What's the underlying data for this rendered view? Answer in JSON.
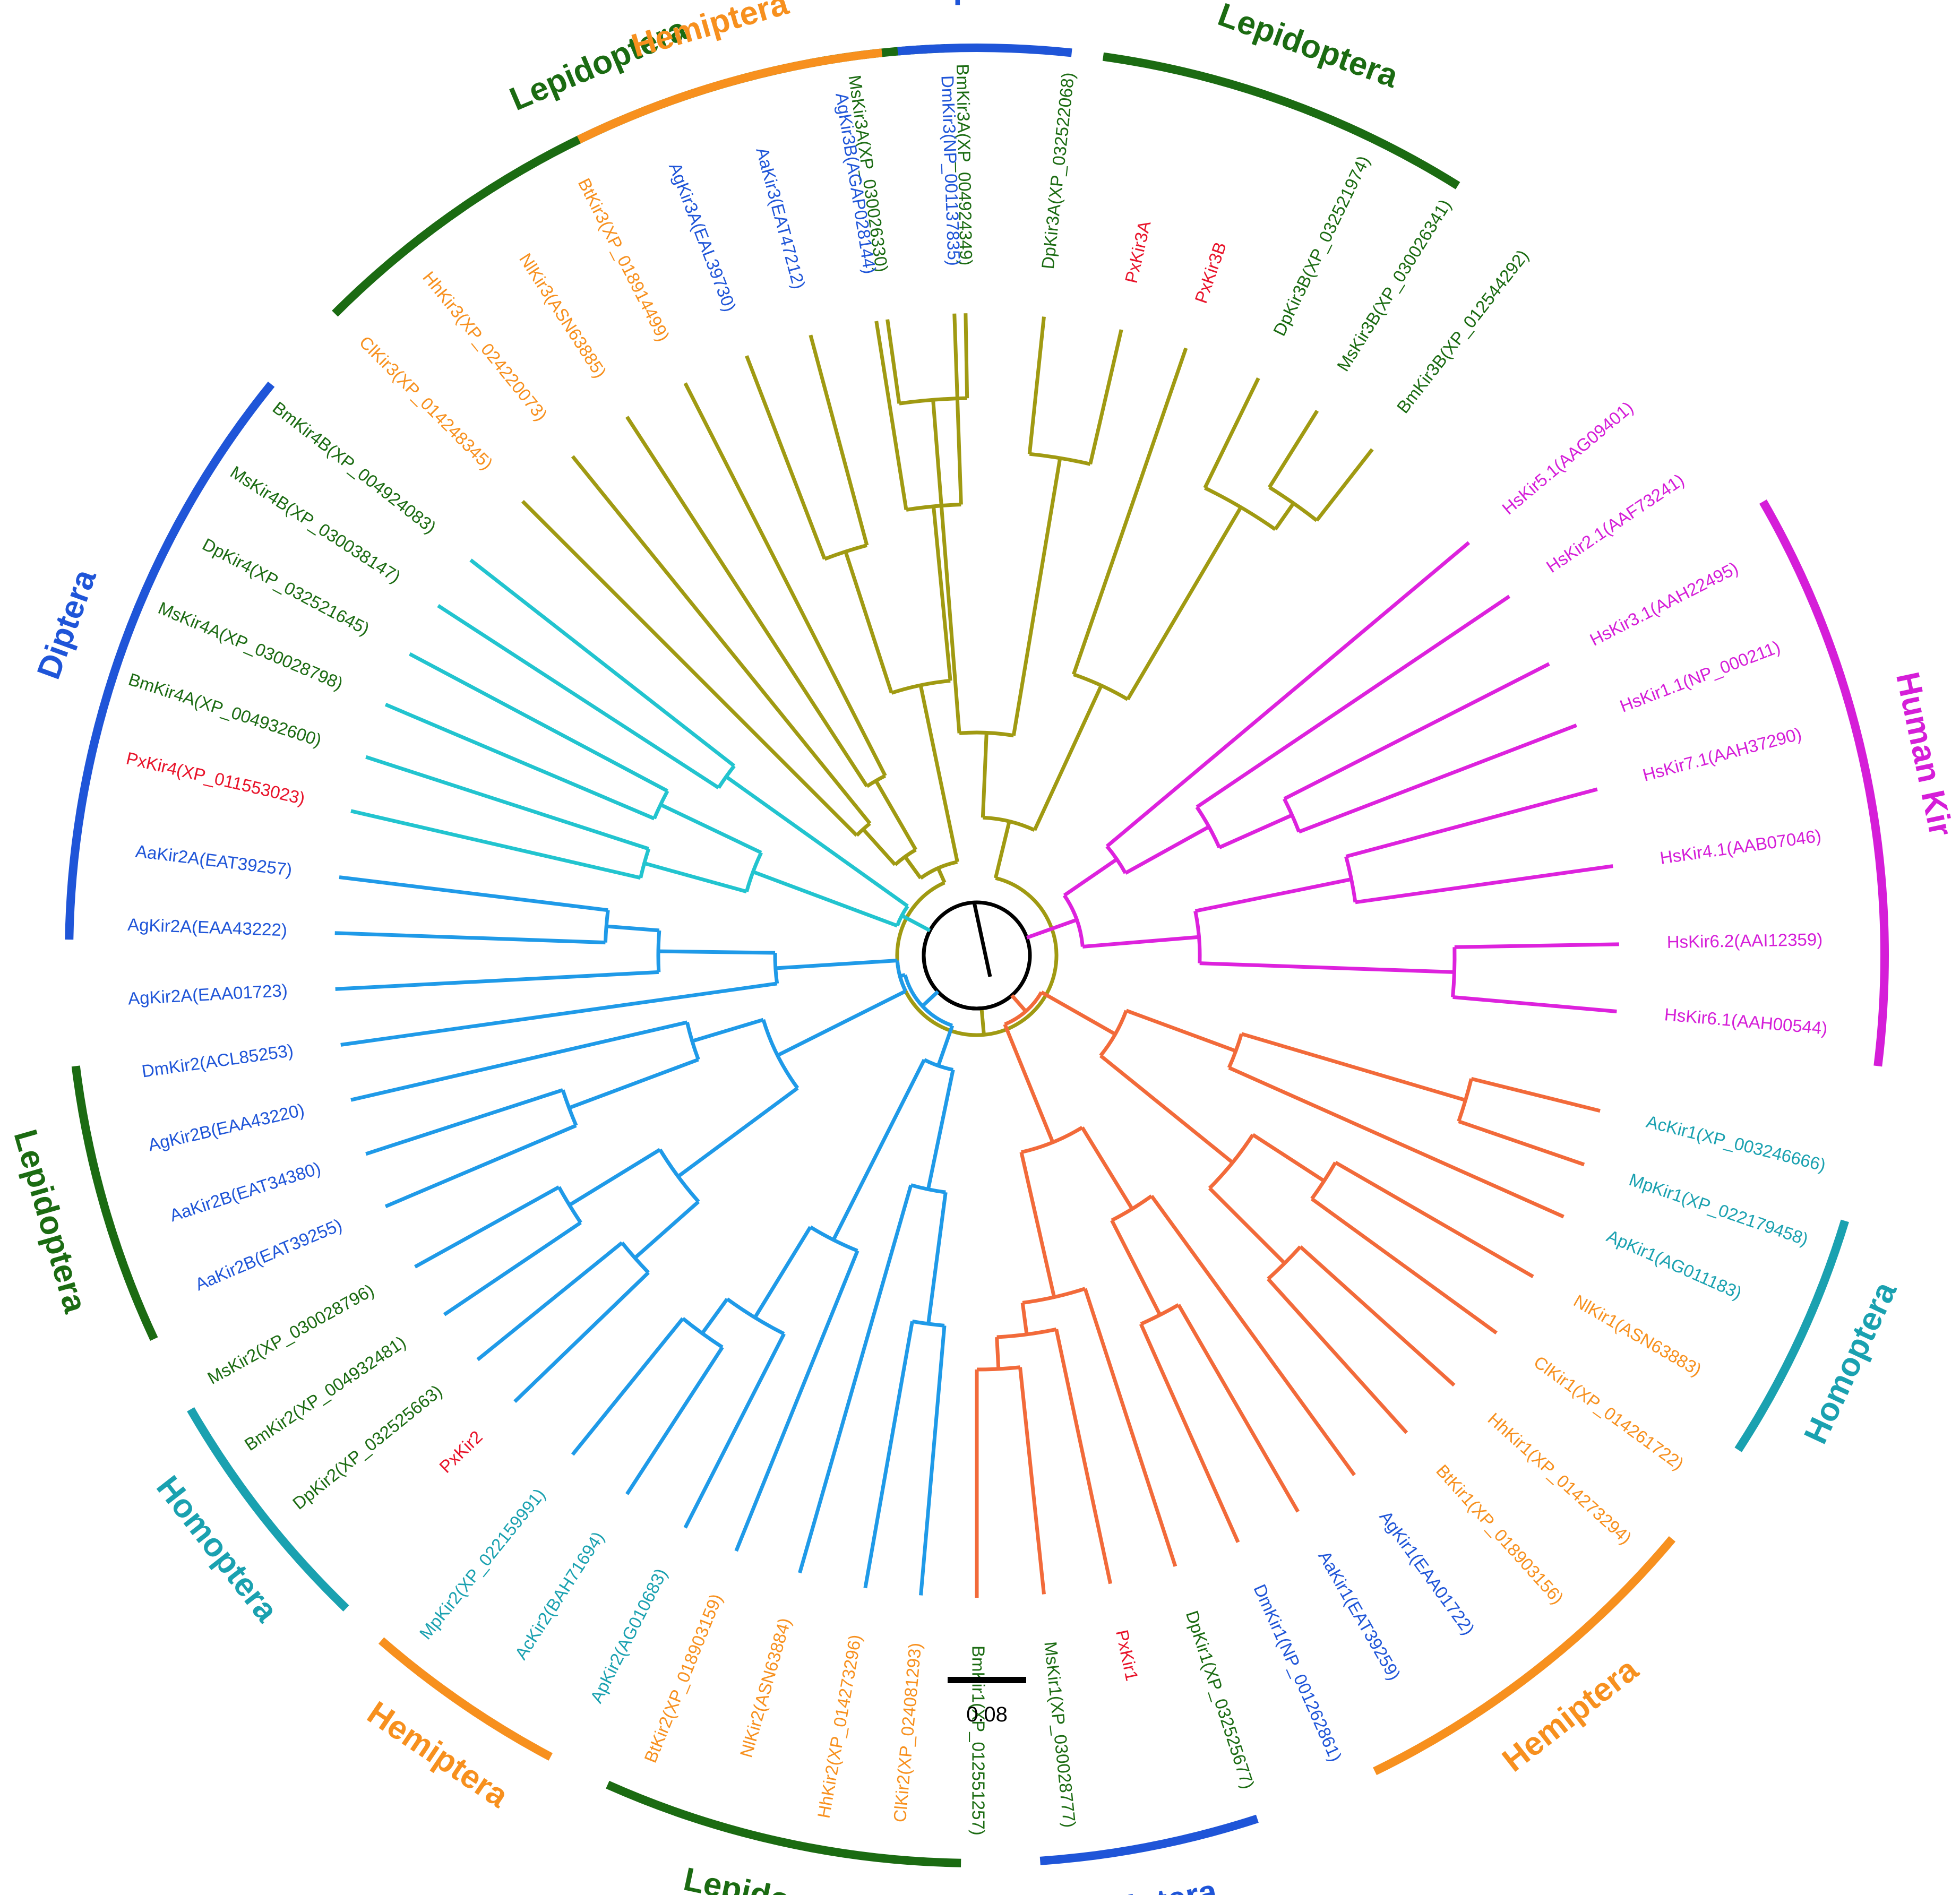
{
  "colors": {
    "lep": "#1b6b12",
    "dip": "#1f55d8",
    "hem": "#f7901e",
    "hom": "#1aa1b0",
    "hum": "#d51ed8",
    "px": "#e8132a",
    "olive": "#a09a12",
    "cyan": "#22c4cf",
    "blue2": "#1f9ae8",
    "orange2": "#f26a3a",
    "magenta": "#dd22dd",
    "black": "#000000"
  },
  "scale_bar": {
    "label": "0.08"
  },
  "groups": [
    {
      "label": "Lepidoptera",
      "color": "lep"
    },
    {
      "label": "Human Kir",
      "color": "hum"
    },
    {
      "label": "Homoptera",
      "color": "hom"
    },
    {
      "label": "Hemiptera",
      "color": "hem"
    },
    {
      "label": "Diptera",
      "color": "dip"
    },
    {
      "label": "Lepidoptera",
      "color": "lep"
    },
    {
      "label": "Hemiptera",
      "color": "hem"
    },
    {
      "label": "Homoptera",
      "color": "hom"
    },
    {
      "label": "Lepidoptera",
      "color": "lep"
    },
    {
      "label": "Diptera",
      "color": "dip"
    },
    {
      "label": "Lepidoptera",
      "color": "lep"
    },
    {
      "label": "Hemiptera",
      "color": "hem"
    },
    {
      "label": "Diptera",
      "color": "dip"
    }
  ],
  "leaves": [
    {
      "label": "MsKir3A(XP_030026330)",
      "color": "lep"
    },
    {
      "label": "BmKir3A(XP_004924349)",
      "color": "lep"
    },
    {
      "label": "DpKir3A(XP_032522068)",
      "color": "lep"
    },
    {
      "label": "PxKir3A",
      "color": "px"
    },
    {
      "label": "PxKir3B",
      "color": "px"
    },
    {
      "label": "DpKir3B(XP_032521974)",
      "color": "lep"
    },
    {
      "label": "MsKir3B(XP_030026341)",
      "color": "lep"
    },
    {
      "label": "BmKir3B(XP_012544292)",
      "color": "lep"
    },
    {
      "label": "HsKir5.1(AAG09401)",
      "color": "hum"
    },
    {
      "label": "HsKir2.1(AAF73241)",
      "color": "hum"
    },
    {
      "label": "HsKir3.1(AAH22495)",
      "color": "hum"
    },
    {
      "label": "HsKir1.1(NP_000211)",
      "color": "hum"
    },
    {
      "label": "HsKir7.1(AAH37290)",
      "color": "hum"
    },
    {
      "label": "HsKir4.1(AAB07046)",
      "color": "hum"
    },
    {
      "label": "HsKir6.2(AAI12359)",
      "color": "hum"
    },
    {
      "label": "HsKir6.1(AAH00544)",
      "color": "hum"
    },
    {
      "label": "AcKir1(XP_003246666)",
      "color": "hom"
    },
    {
      "label": "MpKir1(XP_022179458)",
      "color": "hom"
    },
    {
      "label": "ApKir1(AG011183)",
      "color": "hom"
    },
    {
      "label": "NlKir1(ASN63883)",
      "color": "hem"
    },
    {
      "label": "ClKir1(XP_014261722)",
      "color": "hem"
    },
    {
      "label": "HhKir1(XP_014273294)",
      "color": "hem"
    },
    {
      "label": "BtKir1(XP_018903156)",
      "color": "hem"
    },
    {
      "label": "AgKir1(EAA01722)",
      "color": "dip"
    },
    {
      "label": "AaKir1(EAT39259)",
      "color": "dip"
    },
    {
      "label": "DmKir1(NP_001262861)",
      "color": "dip"
    },
    {
      "label": "DpKir1(XP_032525677)",
      "color": "lep"
    },
    {
      "label": "PxKir1",
      "color": "px"
    },
    {
      "label": "MsKir1(XP_030028777)",
      "color": "lep"
    },
    {
      "label": "BmKir1(XP_012551257)",
      "color": "lep"
    },
    {
      "label": "ClKir2(XP_024081293)",
      "color": "hem"
    },
    {
      "label": "HhKir2(XP_014273296)",
      "color": "hem"
    },
    {
      "label": "NlKir2(ASN63884)",
      "color": "hem"
    },
    {
      "label": "BtKir2(XP_018903159)",
      "color": "hem"
    },
    {
      "label": "ApKir2(AG010683)",
      "color": "hom"
    },
    {
      "label": "AcKir2(BAH71694)",
      "color": "hom"
    },
    {
      "label": "MpKir2(XP_022159991)",
      "color": "hom"
    },
    {
      "label": "PxKir2",
      "color": "px"
    },
    {
      "label": "DpKir2(XP_032525663)",
      "color": "lep"
    },
    {
      "label": "BmKir2(XP_004932481)",
      "color": "lep"
    },
    {
      "label": "MsKir2(XP_030028796)",
      "color": "lep"
    },
    {
      "label": "AaKir2B(EAT39255)",
      "color": "dip"
    },
    {
      "label": "AaKir2B(EAT34380)",
      "color": "dip"
    },
    {
      "label": "AgKir2B(EAA43220)",
      "color": "dip"
    },
    {
      "label": "DmKir2(ACL85253)",
      "color": "dip"
    },
    {
      "label": "AgKir2A(EAA01723)",
      "color": "dip"
    },
    {
      "label": "AgKir2A(EAA43222)",
      "color": "dip"
    },
    {
      "label": "AaKir2A(EAT39257)",
      "color": "dip"
    },
    {
      "label": "PxKir4(XP_011553023)",
      "color": "px"
    },
    {
      "label": "BmKir4A(XP_004932600)",
      "color": "lep"
    },
    {
      "label": "MsKir4A(XP_030028798)",
      "color": "lep"
    },
    {
      "label": "DpKir4(XP_032521645)",
      "color": "lep"
    },
    {
      "label": "MsKir4B(XP_030038147)",
      "color": "lep"
    },
    {
      "label": "BmKir4B(XP_004924083)",
      "color": "lep"
    },
    {
      "label": "ClKir3(XP_014248345)",
      "color": "hem"
    },
    {
      "label": "HhKir3(XP_024220073)",
      "color": "hem"
    },
    {
      "label": "NlKir3(ASN63885)",
      "color": "hem"
    },
    {
      "label": "BtKir3(XP_018914499)",
      "color": "hem"
    },
    {
      "label": "AgKir3A(EAL39730)",
      "color": "dip"
    },
    {
      "label": "AaKir3(EAT47212)",
      "color": "dip"
    },
    {
      "label": "AgKir3B(AGAP028144)",
      "color": "dip"
    },
    {
      "label": "DmKir3(NP_001137835)",
      "color": "dip"
    }
  ]
}
